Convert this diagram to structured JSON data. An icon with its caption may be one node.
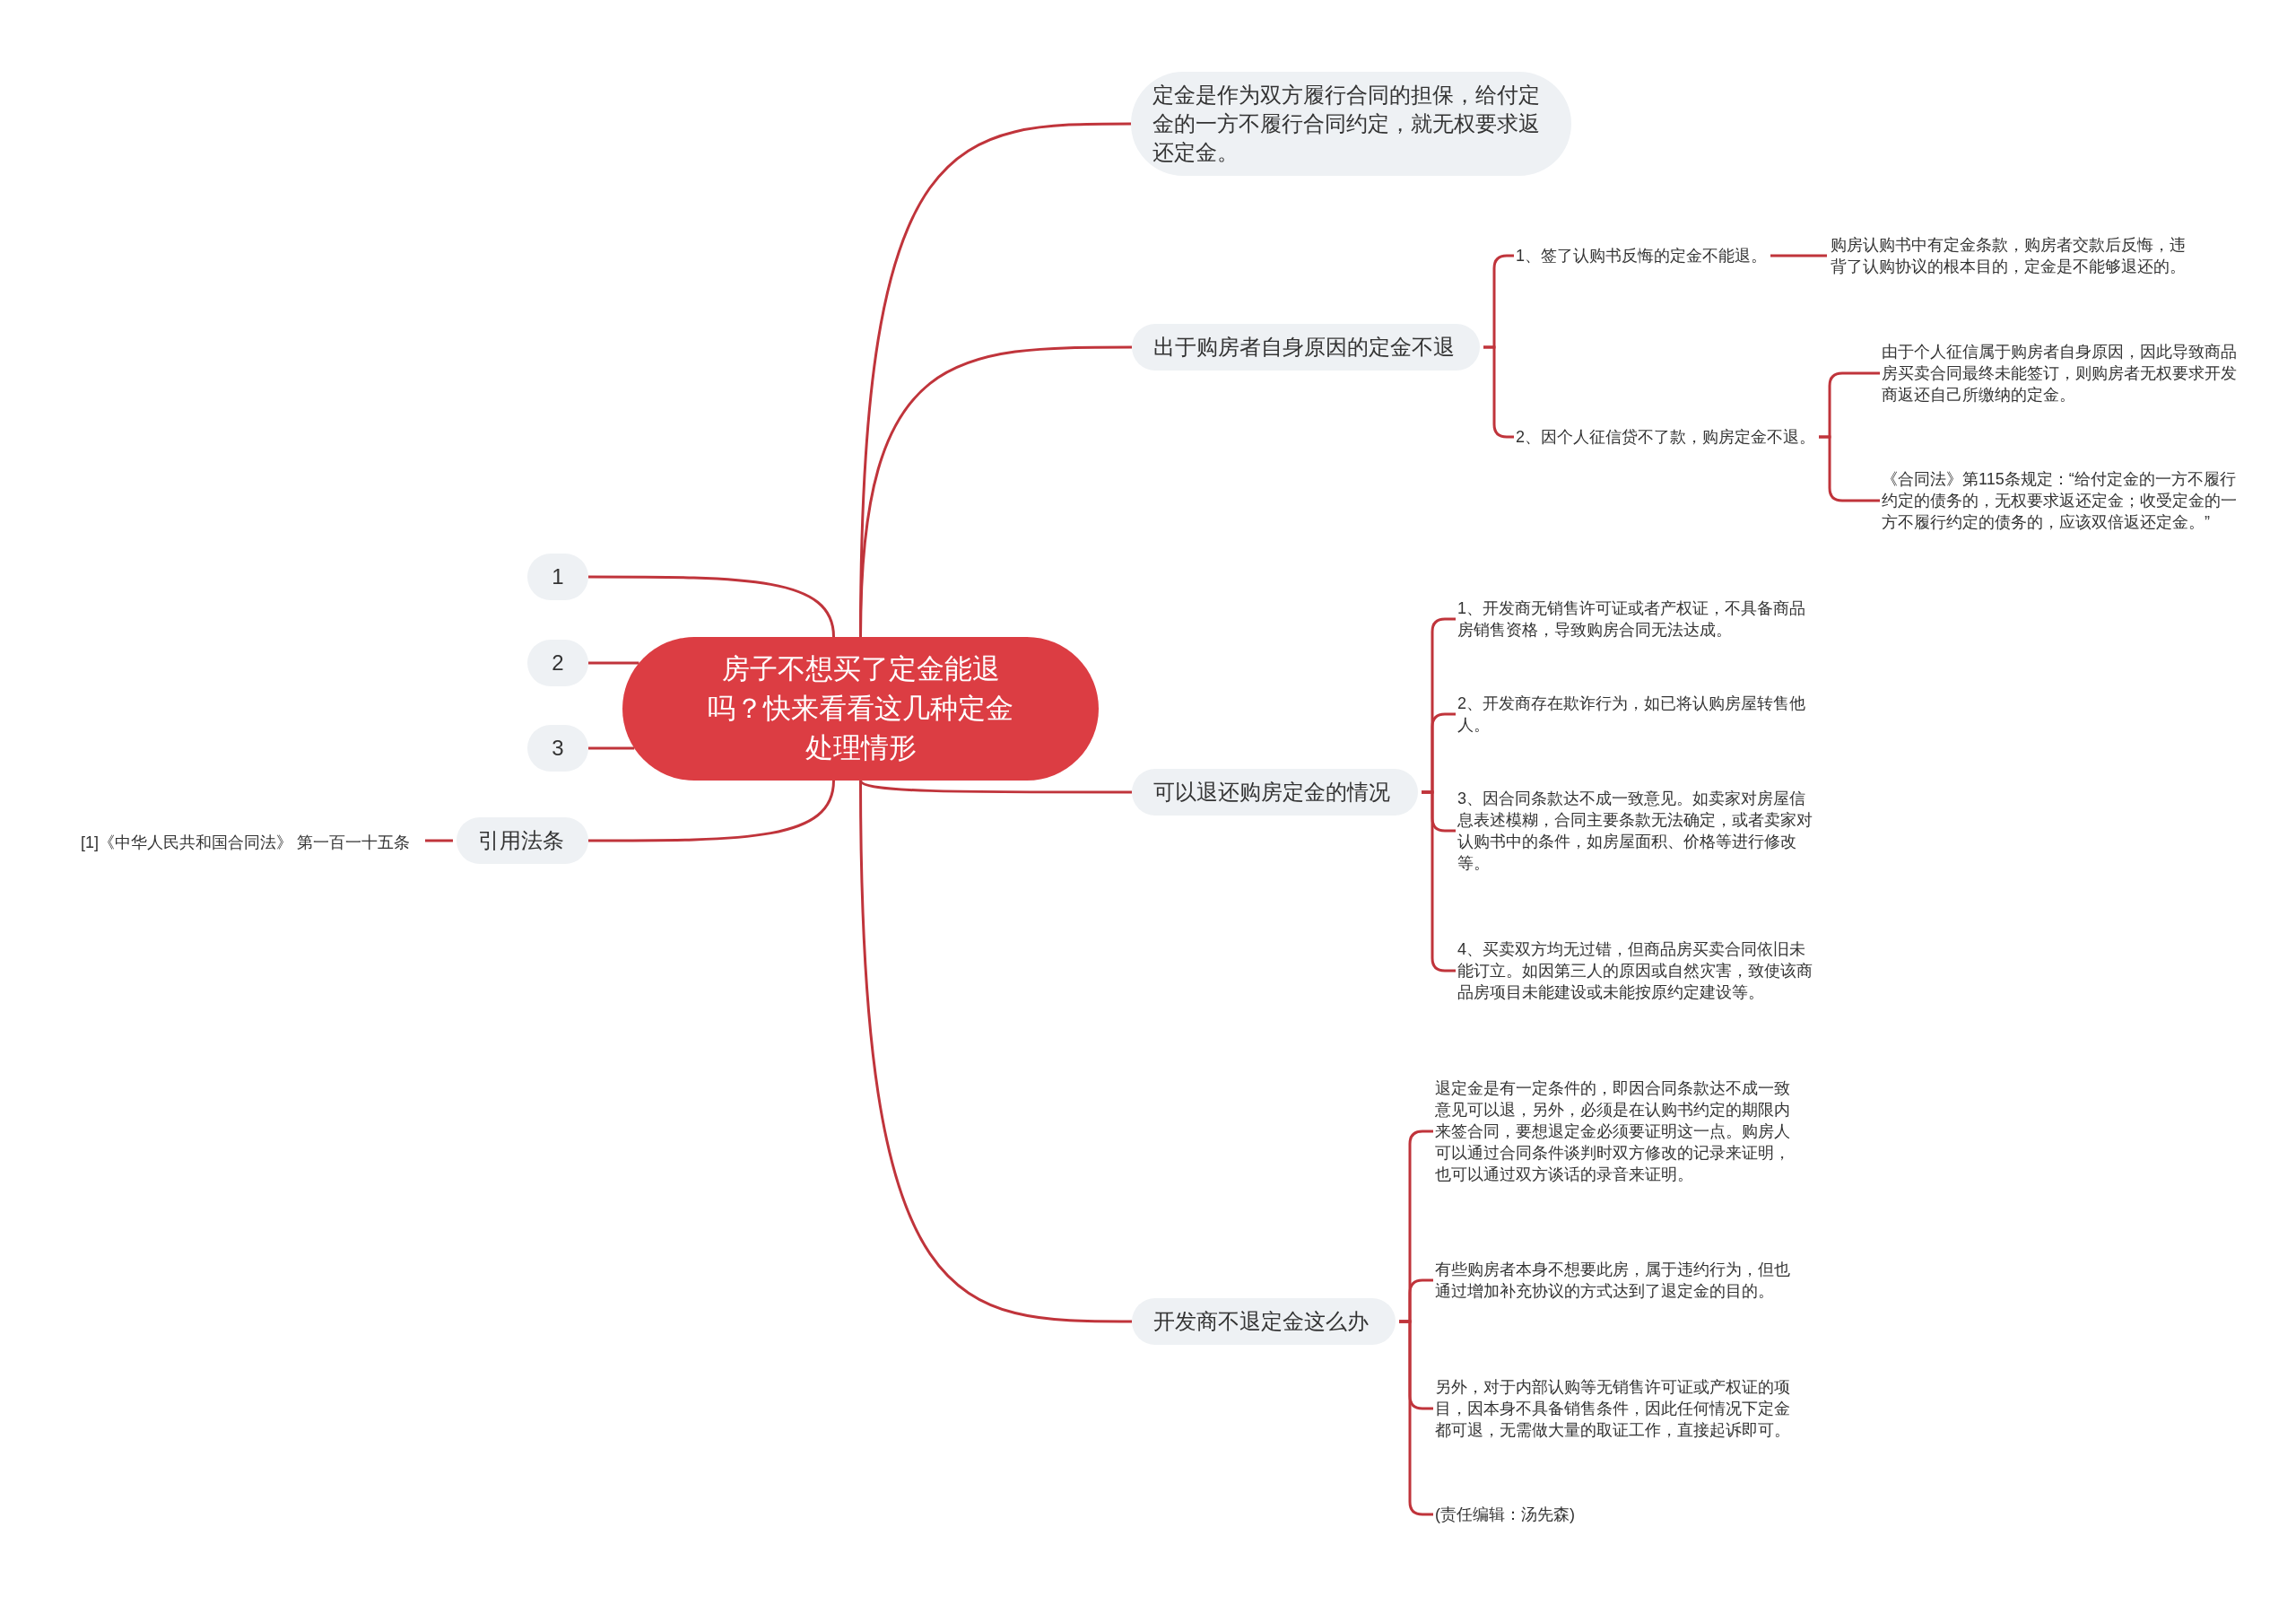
{
  "diagram": {
    "nodes": [
      {
        "text": [
          "房子不想买了定金能退吗？快来看看这几种定金处理情形"
        ]
      },
      {
        "text": [
          "1"
        ]
      },
      {
        "text": [
          "2"
        ]
      },
      {
        "text": [
          "3"
        ]
      },
      {
        "text": [
          "引用法条"
        ]
      },
      {
        "text": [
          "[1]《中华人民共和国合同法》 第一百一十五条"
        ]
      },
      {
        "text": [
          "定金是作为双方履行合同的担保，给付定金的一方不履行合同约定，就无权要求返还定金。"
        ]
      },
      {
        "text": [
          "出于购房者自身原因的定金不退"
        ]
      },
      {
        "text": [
          "1、签了认购书反悔的定金不能退。"
        ]
      },
      {
        "text": [
          "购房认购书中有定金条款，购房者交款后反悔，违背了认购协议的根本目的，定金是不能够退还的。"
        ]
      },
      {
        "text": [
          "2、因个人征信贷不了款，购房定金不退。"
        ]
      },
      {
        "text": [
          "由于个人征信属于购房者自身原因，因此导致商品房买卖合同最终未能签订，则购房者无权要求开发商返还自己所缴纳的定金。"
        ]
      },
      {
        "text": [
          "《合同法》第115条规定：“给付定金的一方不履行约定的债务的，无权要求返还定金；收受定金的一方不履行约定的债务的，应该双倍返还定金。”"
        ]
      },
      {
        "text": [
          "可以退还购房定金的情况"
        ]
      },
      {
        "text": [
          "1、开发商无销售许可证或者产权证，不具备商品房销售资格，导致购房合同无法达成。"
        ]
      },
      {
        "text": [
          "2、开发商存在欺诈行为，如已将认购房屋转售他人。"
        ]
      },
      {
        "text": [
          "3、因合同条款达不成一致意见。如卖家对房屋信息表述模糊，合同主要条款无法确定，或者卖家对认购书中的条件，如房屋面积、价格等进行修改等。"
        ]
      },
      {
        "text": [
          "4、买卖双方均无过错，但商品房买卖合同依旧未能订立。如因第三人的原因或自然灾害，致使该商品房项目未能建设或未能按原约定建设等。"
        ]
      },
      {
        "text": [
          "开发商不退定金这么办"
        ]
      },
      {
        "text": [
          "退定金是有一定条件的，即因合同条款达不成一致意见可以退，另外，必须是在认购书约定的期限内来签合同，要想退定金必须要证明这一点。购房人可以通过合同条件谈判时双方修改的记录来证明，也可以通过双方谈话的录音来证明。"
        ]
      },
      {
        "text": [
          "有些购房者本身不想要此房，属于违约行为，但也通过增加补充协议的方式达到了退定金的目的。"
        ]
      },
      {
        "text": [
          "另外，对于内部认购等无销售许可证或产权证的项目，因本身不具备销售条件，因此任何情况下定金都可退，无需做大量的取证工作，直接起诉即可。"
        ]
      },
      {
        "text": [
          "(责任编辑：汤先森)"
        ]
      }
    ],
    "edges": [
      {
        "from": 0,
        "to": 1,
        "arrow": "none"
      },
      {
        "from": 0,
        "to": 2,
        "arrow": "none"
      },
      {
        "from": 0,
        "to": 3,
        "arrow": "none"
      },
      {
        "from": 0,
        "to": 4,
        "arrow": "none"
      },
      {
        "from": 4,
        "to": 5,
        "arrow": "none"
      },
      {
        "from": 0,
        "to": 6,
        "arrow": "none"
      },
      {
        "from": 0,
        "to": 7,
        "arrow": "none"
      },
      {
        "from": 7,
        "to": 8,
        "arrow": "none"
      },
      {
        "from": 8,
        "to": 9,
        "arrow": "none"
      },
      {
        "from": 7,
        "to": 10,
        "arrow": "none"
      },
      {
        "from": 10,
        "to": 11,
        "arrow": "none"
      },
      {
        "from": 10,
        "to": 12,
        "arrow": "none"
      },
      {
        "from": 0,
        "to": 13,
        "arrow": "none"
      },
      {
        "from": 13,
        "to": 14,
        "arrow": "none"
      },
      {
        "from": 13,
        "to": 15,
        "arrow": "none"
      },
      {
        "from": 13,
        "to": 16,
        "arrow": "none"
      },
      {
        "from": 13,
        "to": 17,
        "arrow": "none"
      },
      {
        "from": 0,
        "to": 18,
        "arrow": "none"
      },
      {
        "from": 18,
        "to": 19,
        "arrow": "none"
      },
      {
        "from": 18,
        "to": 20,
        "arrow": "none"
      },
      {
        "from": 18,
        "to": 21,
        "arrow": "none"
      },
      {
        "from": 18,
        "to": 22,
        "arrow": "none"
      }
    ]
  }
}
